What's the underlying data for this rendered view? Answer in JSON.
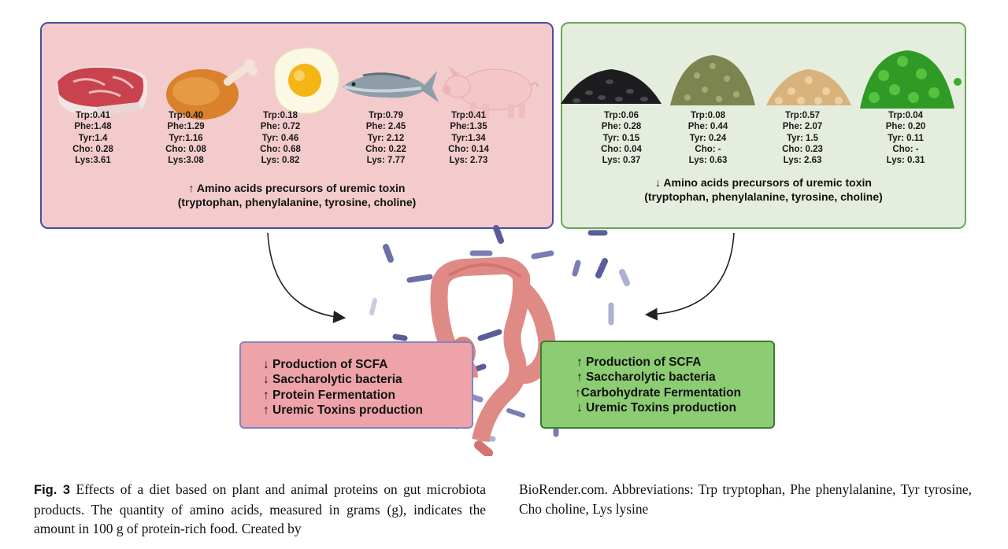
{
  "animal_foods": [
    {
      "icon": "steak-icon",
      "trp": "Trp:0.41",
      "phe": "Phe:1.48",
      "tyr": "Tyr:1.4",
      "cho": "Cho: 0.28",
      "lys": "Lys:3.61"
    },
    {
      "icon": "chicken-leg-icon",
      "trp": "Trp:0.40",
      "phe": "Phe:1.29",
      "tyr": "Tyr:1.16",
      "cho": "Cho: 0.08",
      "lys": "Lys:3.08"
    },
    {
      "icon": "egg-icon",
      "trp": "Trp:0.18",
      "phe": "Phe: 0.72",
      "tyr": "Tyr: 0.46",
      "cho": "Cho: 0.68",
      "lys": "Lys: 0.82"
    },
    {
      "icon": "fish-icon",
      "trp": "Trp:0.79",
      "phe": "Phe: 2.45",
      "tyr": "Tyr: 2.12",
      "cho": "Cho: 0.22",
      "lys": "Lys: 7.77"
    },
    {
      "icon": "pig-icon",
      "trp": "Trp:0.41",
      "phe": "Phe:1.35",
      "tyr": "Tyr:1.34",
      "cho": "Cho: 0.14",
      "lys": "Lys: 2.73"
    }
  ],
  "plant_foods": [
    {
      "icon": "black-beans-icon",
      "trp": "Trp:0.06",
      "phe": "Phe: 0.28",
      "tyr": "Tyr: 0.15",
      "cho": "Cho: 0.04",
      "lys": "Lys: 0.37"
    },
    {
      "icon": "lentils-icon",
      "trp": "Trp:0.08",
      "phe": "Phe: 0.44",
      "tyr": "Tyr: 0.24",
      "cho": "Cho: -",
      "lys": "Lys: 0.63"
    },
    {
      "icon": "soybeans-icon",
      "trp": "Trp:0.57",
      "phe": "Phe: 2.07",
      "tyr": "Tyr: 1.5",
      "cho": "Cho: 0.23",
      "lys": "Lys: 2.63"
    },
    {
      "icon": "peas-icon",
      "trp": "Trp:0.04",
      "phe": "Phe: 0.20",
      "tyr": "Tyr: 0.11",
      "cho": "Cho: -",
      "lys": "Lys: 0.31"
    }
  ],
  "animal_note": {
    "line1": "↑ Amino acids precursors of uremic toxin",
    "line2": "(tryptophan, phenylalanine, tyrosine, choline)"
  },
  "plant_note": {
    "line1": "↓ Amino acids precursors of uremic toxin",
    "line2": "(tryptophan, phenylalanine, tyrosine, choline)"
  },
  "animal_effects": [
    "↓ Production of SCFA",
    "↓ Saccharolytic bacteria",
    "↑  Protein Fermentation",
    "↑ Uremic Toxins production"
  ],
  "plant_effects": [
    "↑ Production of SCFA",
    "↑ Saccharolytic bacteria",
    "↑Carbohydrate Fermentation",
    "↓ Uremic Toxins production"
  ],
  "caption": {
    "label": "Fig. 3",
    "left_text": "Effects of a diet based on plant and animal proteins on gut microbiota products. The quantity of amino acids, measured in grams (g), indicates the amount in 100 g of protein-rich food. Created by",
    "right_text": "BioRender.com. Abbreviations: Trp tryptophan, Phe phenylalanine, Tyr tyrosine, Cho choline, Lys lysine"
  },
  "colors": {
    "animal_panel_bg": "#f3cbcd",
    "animal_panel_border": "#4a4f9a",
    "plant_panel_bg": "#e5eede",
    "plant_panel_border": "#6aa856",
    "animal_effect_bg": "#eda3a7",
    "plant_effect_bg": "#8ccc72",
    "colon": "#e08a86"
  }
}
